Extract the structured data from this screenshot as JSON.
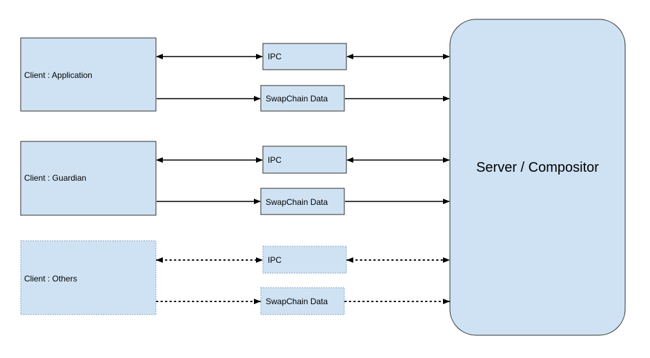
{
  "colors": {
    "box_fill": "#cfe2f3",
    "box_stroke": "#2f2f2f",
    "arrow": "#000000",
    "background": "#ffffff"
  },
  "clients": [
    {
      "id": "application",
      "label": "Client : Application",
      "style": "solid"
    },
    {
      "id": "guardian",
      "label": "Client : Guardian",
      "style": "solid"
    },
    {
      "id": "others",
      "label": "Client : Others",
      "style": "dotted"
    }
  ],
  "channels": {
    "ipc_label": "IPC",
    "swapchain_label": "SwapChain Data"
  },
  "server": {
    "label": "Server / Compositor"
  }
}
